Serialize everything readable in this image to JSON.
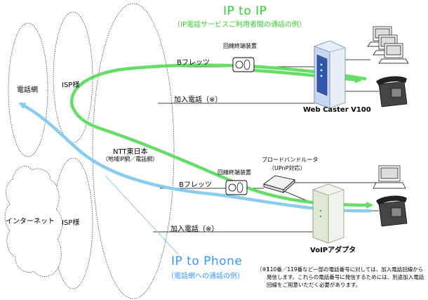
{
  "labels": {
    "ip_to_ip_title": "IP to IP",
    "ip_to_ip_sub": "（IP電話サービスご利用者間の通話の例）",
    "ip_to_phone_title": "IP to Phone",
    "ip_to_phone_sub": "（電話網への通話の例）",
    "telephone_network": "電話網",
    "isp_top": "ISP様",
    "isp_bottom": "ISP様",
    "internet": "インターネット",
    "ntt_east": "NTT東日本",
    "ntt_east_sub": "（地域IP網／電話網）",
    "onu_top": "回線終端装置",
    "onu_bottom": "回線終端装置",
    "bflets_top": "Bフレッツ",
    "bflets_bottom": "Bフレッツ",
    "kanyu_top": "加入電話（※）",
    "kanyu_bottom": "加入電話（※）",
    "broadband_router": "ブロードバンドルータ",
    "upnp": "（UPnP対応）",
    "webcaster": "Web Caster V100",
    "voip_adapter": "VoIPアダプタ",
    "note_mark": "（※）",
    "note_text": "110番／119番など一部の電話番号に対しては、加入電話回線から発信します。これらの電話番号に発信するためには、別途加入電話回線をご用意いただく必要があります。"
  },
  "colors": {
    "green_path": "#66dd66",
    "blue_path": "#88ccee",
    "green_text": "#33cc33",
    "blue_text": "#3399ff",
    "outline": "#000000"
  }
}
